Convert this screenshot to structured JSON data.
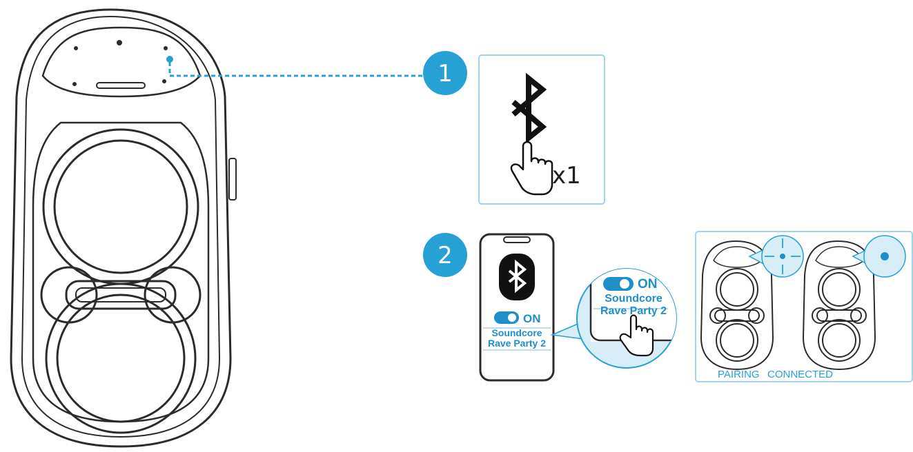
{
  "colors": {
    "accent": "#27a0d6",
    "accent_dark": "#1e8fc9",
    "panel_border": "#9fd3ee",
    "panel_fill": "#d7eef9",
    "line": "#2b2b2b"
  },
  "steps": [
    {
      "number": "1",
      "press_count": "x1",
      "icon": "bluetooth-icon"
    },
    {
      "number": "2",
      "toggle_state": "ON",
      "device_name_line1": "Soundcore",
      "device_name_line2": "Rave Party 2"
    }
  ],
  "indicator": {
    "pairing_label": "PAIRING",
    "connected_label": "CONNECTED"
  }
}
